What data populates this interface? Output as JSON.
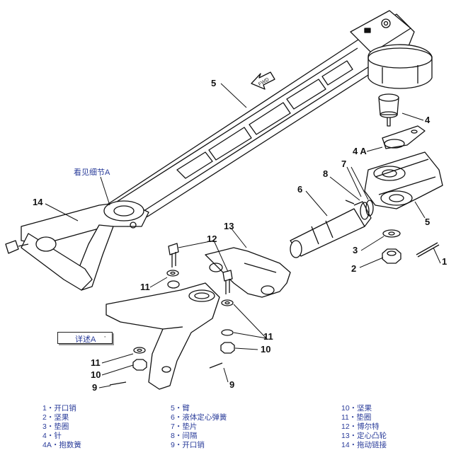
{
  "notes": {
    "see_detail": "看见细节A",
    "detail_label": "详述A",
    "detail_dot": "·"
  },
  "fwd_label": "FWD",
  "callouts": [
    "5",
    "4",
    "4 A",
    "8",
    "7",
    "6",
    "5",
    "14",
    "13",
    "12",
    "3",
    "2",
    "1",
    "11",
    "11",
    "11",
    "10",
    "10",
    "9",
    "9"
  ],
  "legend": {
    "col1": [
      "1・开口销",
      "2・坚果",
      "3・垫圈",
      "4・针",
      "4A・抱数簧"
    ],
    "col2": [
      "5・臂",
      "6・液体定心弹簧",
      "7・垫片",
      "8・间隔",
      "9・开口销"
    ],
    "col3": [
      "10・坚果",
      "11・垫圈",
      "12・博尔特",
      "13・定心凸轮",
      "14・拖动链接"
    ]
  }
}
